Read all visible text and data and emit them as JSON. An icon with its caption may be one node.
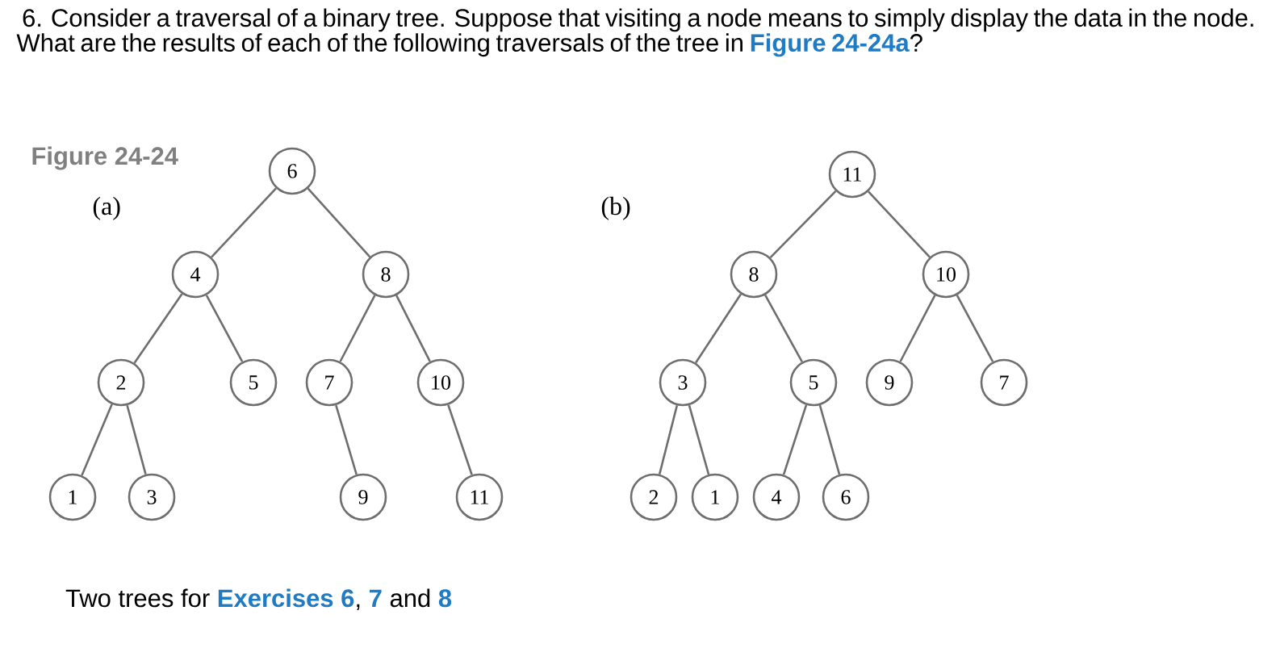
{
  "diagram": {
    "title": "6. Consider a traversal of a binary tree. Suppose that visiting a node means to simply display the data in the node. What are the results of each of the following traversals of the tree in **Figure 24-24a**?",
    "caption": "Two trees for **Exercises 6**, **7** and **8**",
    "nodes": [
      {
        "text": [
          "6"
        ]
      },
      {
        "text": [
          "4"
        ]
      },
      {
        "text": [
          "8"
        ]
      },
      {
        "text": [
          "2"
        ]
      },
      {
        "text": [
          "5"
        ]
      },
      {
        "text": [
          "7"
        ]
      },
      {
        "text": [
          "10"
        ]
      },
      {
        "text": [
          "1"
        ]
      },
      {
        "text": [
          "3"
        ]
      },
      {
        "text": [
          "9"
        ]
      },
      {
        "text": [
          "11"
        ]
      },
      {
        "text": [
          "11"
        ]
      },
      {
        "text": [
          "8"
        ]
      },
      {
        "text": [
          "10"
        ]
      },
      {
        "text": [
          "3"
        ]
      },
      {
        "text": [
          "5"
        ]
      },
      {
        "text": [
          "9"
        ]
      },
      {
        "text": [
          "7"
        ]
      },
      {
        "text": [
          "2"
        ]
      },
      {
        "text": [
          "1"
        ]
      },
      {
        "text": [
          "4"
        ]
      },
      {
        "text": [
          "6"
        ]
      }
    ],
    "edges": [
      {
        "from": 0,
        "to": 1,
        "arrow": "none"
      },
      {
        "from": 0,
        "to": 2,
        "arrow": "none"
      },
      {
        "from": 1,
        "to": 3,
        "arrow": "none"
      },
      {
        "from": 1,
        "to": 4,
        "arrow": "none"
      },
      {
        "from": 2,
        "to": 5,
        "arrow": "none"
      },
      {
        "from": 2,
        "to": 6,
        "arrow": "none"
      },
      {
        "from": 3,
        "to": 7,
        "arrow": "none"
      },
      {
        "from": 3,
        "to": 8,
        "arrow": "none"
      },
      {
        "from": 5,
        "to": 9,
        "arrow": "none"
      },
      {
        "from": 6,
        "to": 10,
        "arrow": "none"
      },
      {
        "from": 11,
        "to": 12,
        "arrow": "none"
      },
      {
        "from": 11,
        "to": 13,
        "arrow": "none"
      },
      {
        "from": 12,
        "to": 14,
        "arrow": "none"
      },
      {
        "from": 12,
        "to": 15,
        "arrow": "none"
      },
      {
        "from": 13,
        "to": 16,
        "arrow": "none"
      },
      {
        "from": 13,
        "to": 17,
        "arrow": "none"
      },
      {
        "from": 14,
        "to": 18,
        "arrow": "none"
      },
      {
        "from": 14,
        "to": 19,
        "arrow": "none"
      },
      {
        "from": 15,
        "to": 20,
        "arrow": "none"
      },
      {
        "from": 15,
        "to": 21,
        "arrow": "none"
      }
    ],
    "labels": [
      "Figure 24-24",
      "(a)",
      "(b)"
    ]
  }
}
